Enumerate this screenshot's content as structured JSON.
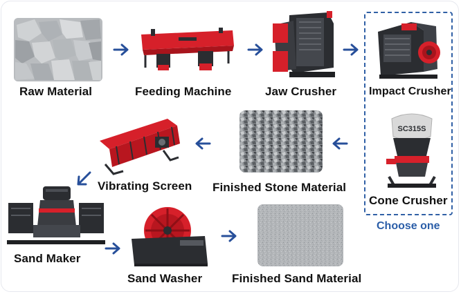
{
  "steps": {
    "raw_material": "Raw Material",
    "feeding_machine": "Feeding Machine",
    "jaw_crusher": "Jaw Crusher",
    "impact_crusher": "Impact Crusher",
    "cone_crusher": "Cone Crusher",
    "finished_stone": "Finished Stone Material",
    "vibrating_screen": "Vibrating Screen",
    "sand_maker": "Sand Maker",
    "sand_washer": "Sand Washer",
    "finished_sand": "Finished Sand Material"
  },
  "choose_one": "Choose one",
  "cone_model": "SC315S",
  "colors": {
    "arrow": "#274f9a",
    "machine_red": "#d6202a",
    "machine_dark": "#2b2d31",
    "choose_text": "#2b5ea8"
  }
}
